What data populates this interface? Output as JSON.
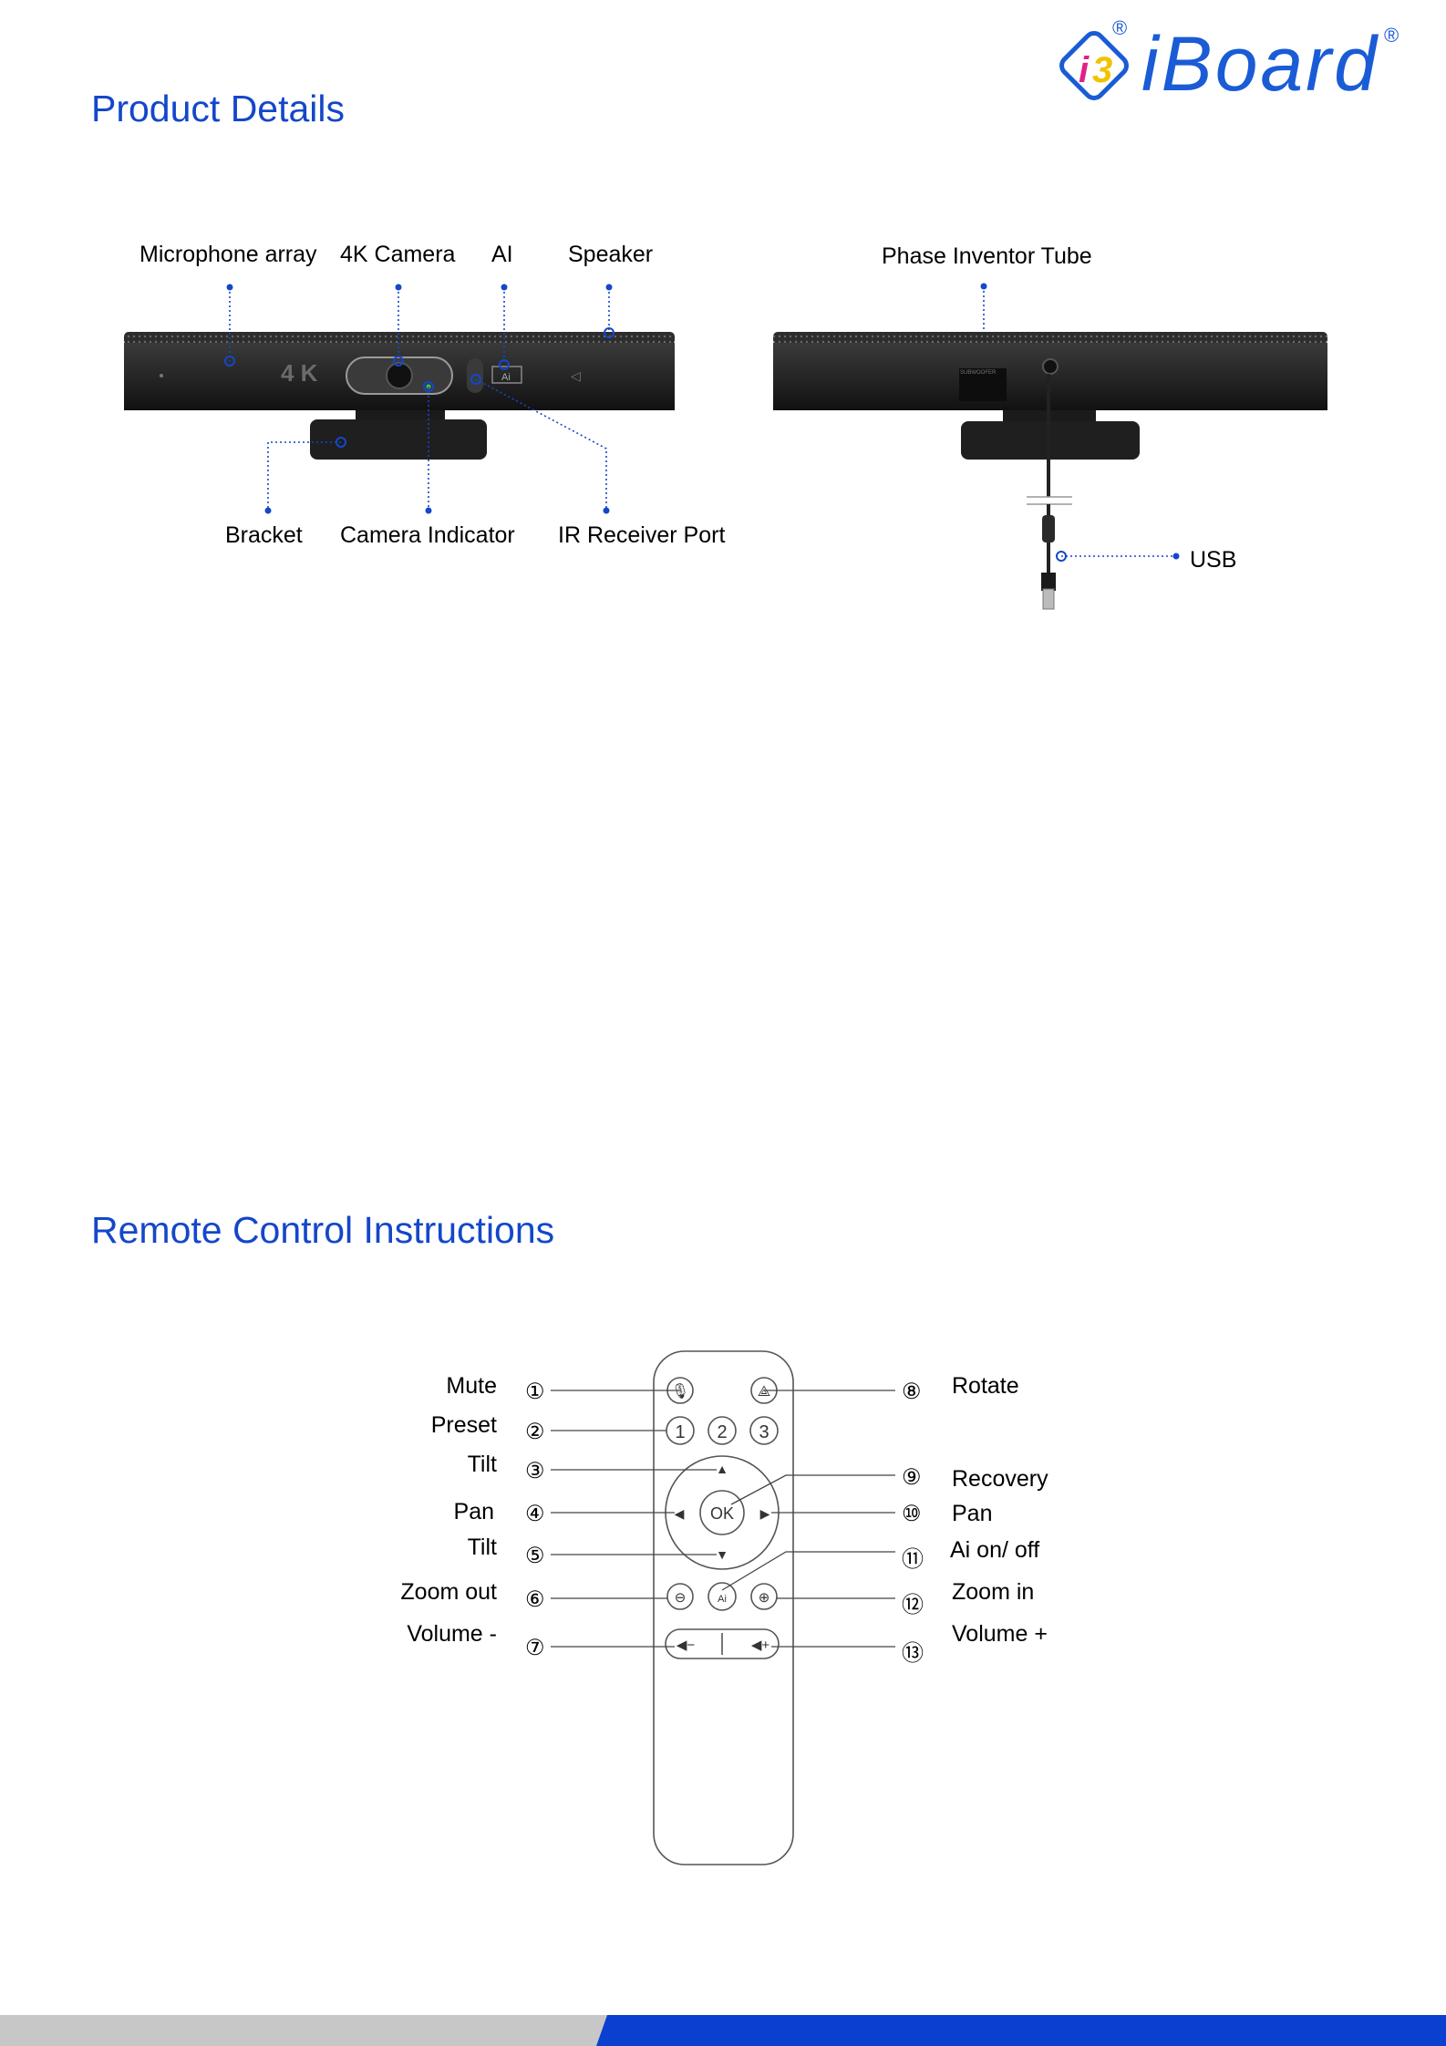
{
  "brand": {
    "name": "iBoard",
    "registered_mark": "®"
  },
  "sections": {
    "product_details": "Product Details",
    "remote_control": "Remote Control Instructions"
  },
  "product": {
    "front_top_labels": [
      "Microphone array",
      "4K Camera",
      "AI",
      "Speaker"
    ],
    "front_bottom_labels": [
      "Bracket",
      "Camera Indicator",
      "IR Receiver Port"
    ],
    "back_top_label": "Phase Inventor Tube",
    "back_side_label": "USB",
    "device_print_4k": "4 K",
    "device_print_ai": "Ai",
    "device_print_subwoofer": "SUBWOOFER"
  },
  "remote": {
    "left": [
      {
        "num": "①",
        "label": "Mute"
      },
      {
        "num": "②",
        "label": "Preset"
      },
      {
        "num": "③",
        "label": "Tilt"
      },
      {
        "num": "④",
        "label": "Pan"
      },
      {
        "num": "⑤",
        "label": "Tilt"
      },
      {
        "num": "⑥",
        "label": "Zoom out"
      },
      {
        "num": "⑦",
        "label": "Volume -"
      }
    ],
    "right": [
      {
        "num": "⑧",
        "label": "Rotate"
      },
      {
        "num": "⑨",
        "label": "Recovery"
      },
      {
        "num": "⑩",
        "label": "Pan"
      },
      {
        "num": "⑪",
        "label": "Ai on/ off"
      },
      {
        "num": "⑫",
        "label": "Zoom in"
      },
      {
        "num": "⑬",
        "label": "Volume +"
      }
    ],
    "buttons": {
      "preset_1": "1",
      "preset_2": "2",
      "preset_3": "3",
      "ok": "OK",
      "ai": "Ai"
    }
  },
  "colors": {
    "accent": "#1447c9",
    "footer_gray": "#c7c7c7",
    "footer_blue": "#0a3fcf"
  }
}
